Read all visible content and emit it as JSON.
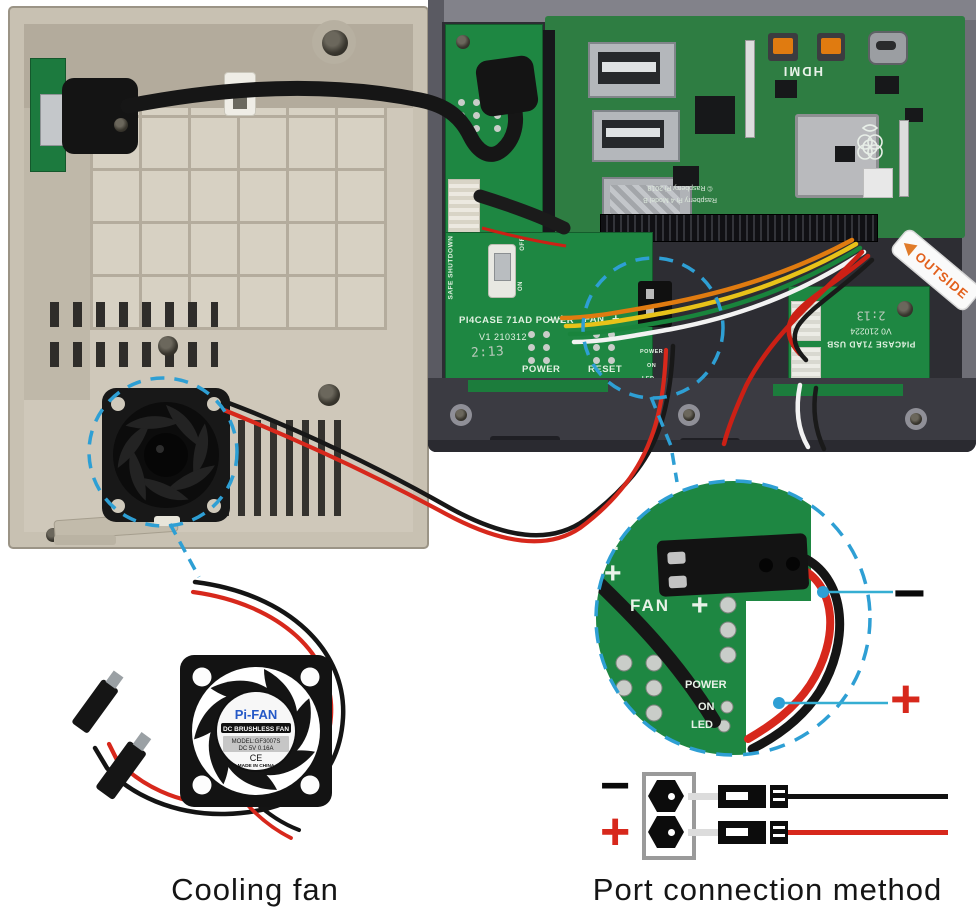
{
  "captions": {
    "cooling_fan": "Cooling fan",
    "port_connection": "Port connection method"
  },
  "fan_label": {
    "brand": "Pi-FAN",
    "type": "DC BRUSHLESS FAN",
    "model": "MODEL:GF3007S",
    "spec": "DC 5V 0.16A",
    "ce_mark": "CE",
    "origin": "MADE IN CHINA"
  },
  "power_pcb": {
    "title": "PI4CASE 71AD POWER",
    "version": "V1 210312",
    "marking": "2:13",
    "safe_shutdown": "SAFE SHUTDOWN",
    "switch_on": "ON",
    "switch_off": "OFF",
    "power_label": "POWER",
    "reset_label": "RESET",
    "fan_label": "FAN",
    "plus": "+",
    "minus": "-"
  },
  "usb_pcb": {
    "title": "PI4CASE 71AD USB",
    "version": "V0 210224",
    "marking": "2:13"
  },
  "pi_board": {
    "hdmi_silkscreen": "HDMI",
    "model_silkscreen": "Raspberry Pi 4 Model B",
    "copyright_silkscreen": "© Raspberry Pi 2018"
  },
  "outside_tag": {
    "label": "OUTSIDE"
  },
  "zoom_detail": {
    "fan_label": "FAN",
    "plus": "+",
    "minus": "-",
    "power_label": "POWER",
    "on_label": "ON",
    "led_label": "LED",
    "minus_callout": "−",
    "plus_callout": "+"
  },
  "port_diagram": {
    "minus": "−",
    "plus": "+"
  },
  "colors": {
    "callout_blue": "#2E9FD4",
    "wire_red": "#D7281C",
    "pcb_green": "#1F8A42",
    "case_beige": "#CCC5B6",
    "case_dark": "#3F3F47"
  }
}
